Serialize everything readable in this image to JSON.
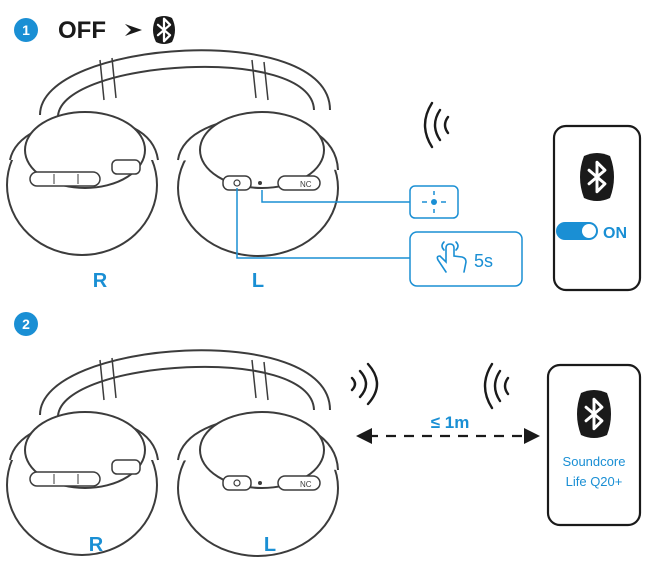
{
  "colors": {
    "accent": "#1a8fd4",
    "line": "#3c3c3c",
    "headphone_fill": "#ffffff",
    "text_dark": "#1a1a1a"
  },
  "step1": {
    "number": "1",
    "off_label": "OFF",
    "arrow_icon": "arrow-right-icon",
    "bluetooth_icon": "bluetooth-icon",
    "right_label": "R",
    "left_label": "L",
    "led_icon": "led-blink-icon",
    "press_icon": "finger-press-icon",
    "press_duration": "5s",
    "phone": {
      "bluetooth_icon": "bluetooth-icon",
      "toggle_state": "ON"
    },
    "nc_button_label": "NC"
  },
  "step2": {
    "number": "2",
    "right_label": "R",
    "left_label": "L",
    "distance_label": "≤ 1m",
    "nc_button_label": "NC",
    "phone": {
      "bluetooth_icon": "bluetooth-icon",
      "device_name_line1": "Soundcore",
      "device_name_line2": "Life Q20+"
    }
  }
}
